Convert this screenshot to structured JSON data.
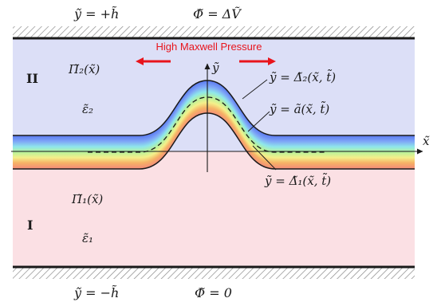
{
  "labels": {
    "top_bc_y": "ỹ = +h̃",
    "top_bc_phi": "Φ̃ = ΔṼ",
    "bottom_bc_y": "ỹ = −h̃",
    "bottom_bc_phi": "Φ̃ = 0",
    "pressure_text": "High Maxwell Pressure",
    "region_upper": "II",
    "region_lower": "I",
    "pi_upper": "Π̃₂(x̃)",
    "pi_lower": "Π̃₁(x̃)",
    "eps_upper": "ε̃₂",
    "eps_lower": "ε̃₁",
    "y_axis": "ỹ",
    "x_axis": "x̃",
    "upper_interface": "ỹ = Δ̃₂(x̃, t̃)",
    "mid_interface": "ỹ = ã(x̃, t̃)",
    "lower_interface": "ỹ = Δ̃₁(x̃, t̃)"
  },
  "colors": {
    "region_upper_fill": "#dcdff7",
    "region_lower_fill": "#fbe0e4",
    "arrow_color": "#e8141c",
    "hatch": "#8a8a8a",
    "line": "#1a1a1a"
  }
}
